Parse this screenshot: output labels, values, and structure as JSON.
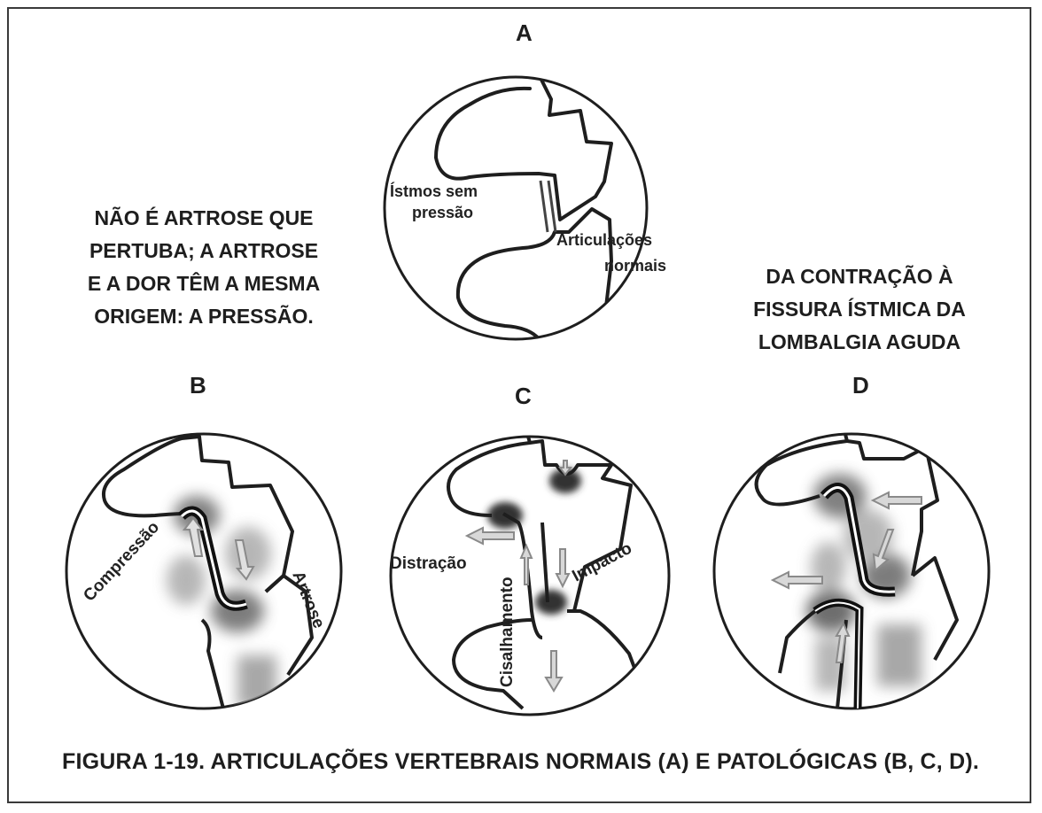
{
  "panels": {
    "a": {
      "label": "A",
      "istmos_line1": "Ístmos sem",
      "istmos_line2": "pressão",
      "articulacoes_line1": "Articulações",
      "articulacoes_line2": "normais"
    },
    "b": {
      "label": "B",
      "compressao": "Compressão",
      "artrose": "Artrose"
    },
    "c": {
      "label": "C",
      "distracao": "Distração",
      "impacto": "Impacto",
      "cisalhamento": "Cisalhamento"
    },
    "d": {
      "label": "D"
    }
  },
  "notes": {
    "left": [
      "NÃO É ARTROSE QUE",
      "PERTUBA; A ARTROSE",
      "E A DOR TÊM A MESMA",
      "ORIGEM: A PRESSÃO."
    ],
    "right": [
      "DA CONTRAÇÃO À",
      "FISSURA ÍSTMICA DA",
      "LOMBALGIA AGUDA"
    ]
  },
  "caption": "FIGURA 1-19. ARTICULAÇÕES VERTEBRAIS NORMAIS (A) E PATOLÓGICAS (B, C, D).",
  "colors": {
    "stroke": "#1e1e1e",
    "shade": "#8a8a8a",
    "arrow_fill": "#d8d8d8"
  }
}
